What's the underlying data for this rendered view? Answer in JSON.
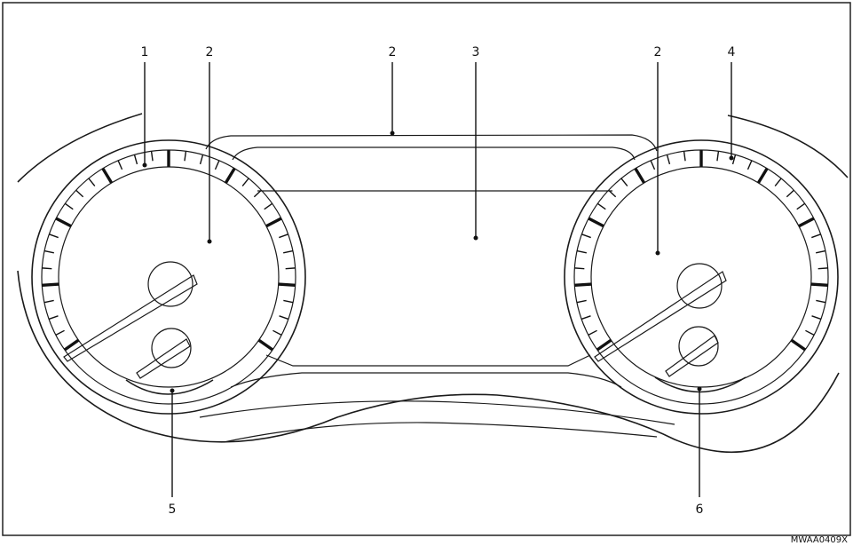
{
  "callouts": {
    "c1": "1",
    "c2a": "2",
    "c2b": "2",
    "c3": "3",
    "c2c": "2",
    "c4": "4",
    "c5": "5",
    "c6": "6"
  },
  "figure_code": "MWAA0409X",
  "colors": {
    "line": "#1a1a1a",
    "background": "#ffffff"
  }
}
